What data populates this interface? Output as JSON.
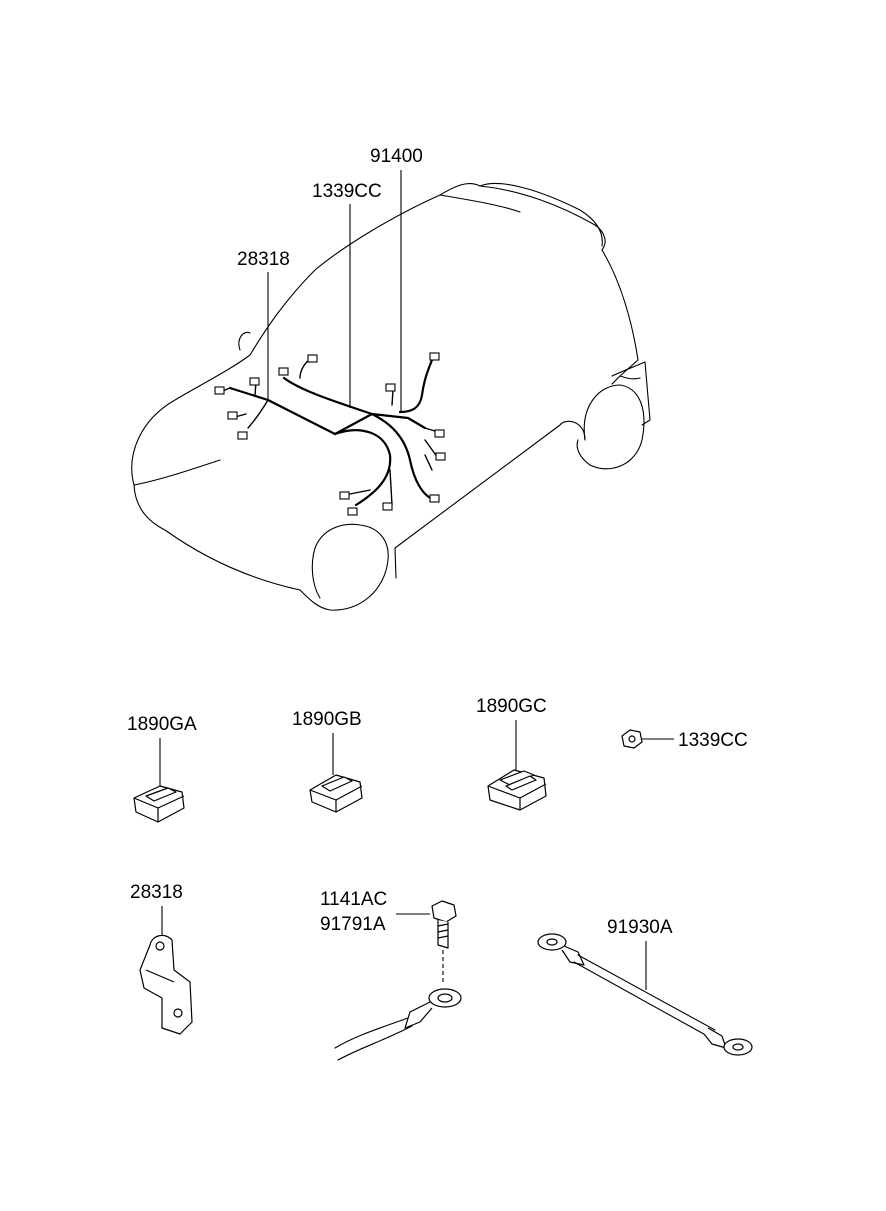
{
  "callouts": {
    "c91400": "91400",
    "c1339cc_top": "1339CC",
    "c28318_top": "28318",
    "c1890ga": "1890GA",
    "c1890gb": "1890GB",
    "c1890gc": "1890GC",
    "c1339cc_nut": "1339CC",
    "c28318_bracket": "28318",
    "c1141ac": "1141AC",
    "c91791a": "91791A",
    "c91930a": "91930A"
  }
}
